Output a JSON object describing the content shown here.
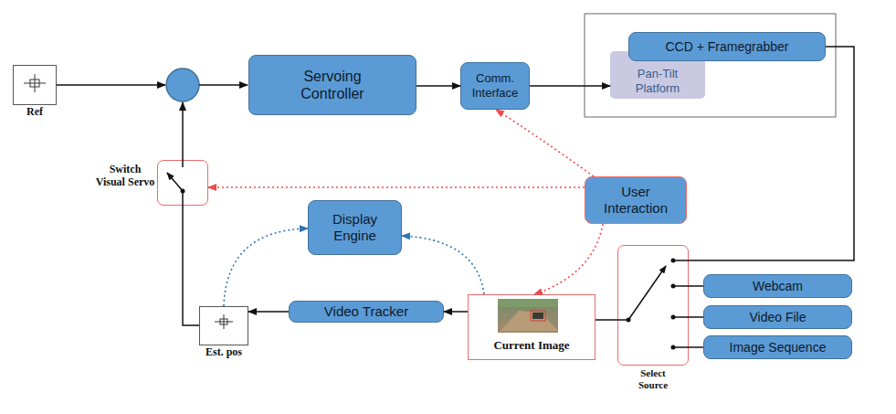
{
  "diagram": {
    "nodes": [
      {
        "text": [
          "Ref"
        ]
      },
      {
        "text": [
          "Servoing Controller"
        ]
      },
      {
        "text": [
          "Comm. Interface"
        ]
      },
      {
        "text": [
          "CCD + Framegrabber"
        ]
      },
      {
        "text": [
          "Pan-Tilt Platform"
        ]
      },
      {
        "text": [
          "Switch Visual Servo"
        ]
      },
      {
        "text": [
          "Display Engine"
        ]
      },
      {
        "text": [
          "User Interaction"
        ]
      },
      {
        "text": [
          "Est. pos"
        ]
      },
      {
        "text": [
          "Video Tracker"
        ]
      },
      {
        "text": [
          "Current Image"
        ]
      },
      {
        "text": [
          "Select Source"
        ]
      },
      {
        "text": [
          "Webcam"
        ]
      },
      {
        "text": [
          "Video File"
        ]
      },
      {
        "text": [
          "Image Sequence"
        ]
      }
    ],
    "edges": [
      {
        "from": 1,
        "to": 2,
        "arrow": "to"
      },
      {
        "from": 2,
        "to": 4,
        "arrow": "to"
      },
      {
        "from": 7,
        "to": 2,
        "arrow": "to"
      },
      {
        "from": 7,
        "to": 5,
        "arrow": "to"
      },
      {
        "from": 7,
        "to": 10,
        "arrow": "to"
      },
      {
        "from": 3,
        "to": 11,
        "arrow": "none"
      },
      {
        "from": 11,
        "to": 12,
        "arrow": "none"
      },
      {
        "from": 11,
        "to": 13,
        "arrow": "none"
      },
      {
        "from": 11,
        "to": 14,
        "arrow": "none"
      },
      {
        "from": 11,
        "to": 10,
        "arrow": "none"
      },
      {
        "from": 10,
        "to": 9,
        "arrow": "to"
      },
      {
        "from": 9,
        "to": 8,
        "arrow": "to"
      },
      {
        "from": 8,
        "to": 5,
        "arrow": "none"
      },
      {
        "from": 8,
        "to": 6,
        "arrow": "to"
      },
      {
        "from": 10,
        "to": 6,
        "arrow": "to"
      }
    ]
  }
}
